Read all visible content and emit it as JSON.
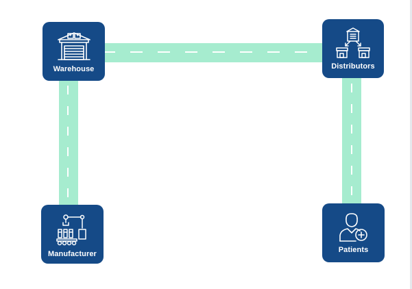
{
  "diagram": {
    "nodes": {
      "warehouse": {
        "label": "Warehouse",
        "icon": "warehouse-icon"
      },
      "distributors": {
        "label": "Distributors",
        "icon": "distribution-icon"
      },
      "manufacturer": {
        "label": "Manufacturer",
        "icon": "factory-robot-arm-icon"
      },
      "patients": {
        "label": "Patients",
        "icon": "patient-icon"
      }
    },
    "connections": [
      {
        "from": "Manufacturer",
        "to": "Warehouse"
      },
      {
        "from": "Warehouse",
        "to": "Distributors"
      },
      {
        "from": "Distributors",
        "to": "Patients"
      }
    ],
    "colors": {
      "node_fill": "#154a87",
      "road": "#a6eccf",
      "road_dash": "#ffffff",
      "text": "#ffffff"
    }
  }
}
